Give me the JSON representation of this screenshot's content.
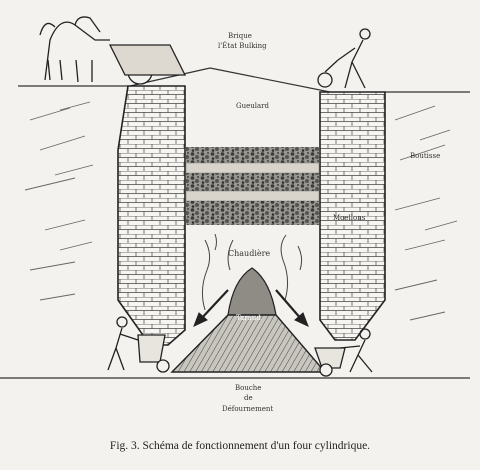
{
  "labels": {
    "brique": "Brique",
    "etat_bulking": "l'État Bulking",
    "gueulard": "Gueulard",
    "boutisse": "Boutisse",
    "moellons": "Moellons",
    "chaudiere": "Chaudière",
    "taraud": "Taraud",
    "bouche": "Bouche",
    "de": "de",
    "defournement": "Défournement"
  },
  "caption": "Fig. 3. Schéma de fonctionnement d'un four cylindrique."
}
